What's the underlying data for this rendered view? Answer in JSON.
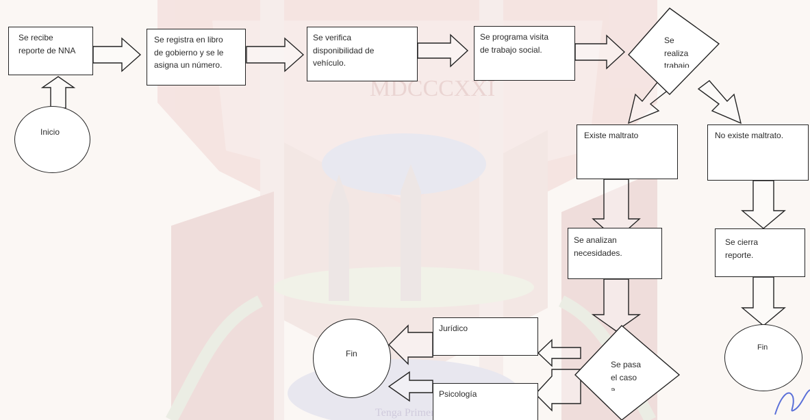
{
  "flow": {
    "start": "Inicio",
    "step1": [
      "Se recibe",
      "reporte de NNA"
    ],
    "step2": [
      "Se registra en libro",
      "de gobierno y se le",
      "asigna un número."
    ],
    "step3": [
      "Se verifica",
      "disponibilidad de",
      "vehículo."
    ],
    "step4": [
      "Se programa visita",
      "de trabajo social."
    ],
    "decision1": [
      "Se",
      "realiza",
      "trabaio"
    ],
    "yes_branch": "Existe maltrato",
    "no_branch": "No existe maltrato.",
    "analyze": [
      "Se analizan",
      "necesidades."
    ],
    "close": [
      "Se cierra",
      "reporte."
    ],
    "decision2": [
      "Se pasa",
      "el caso",
      "a"
    ],
    "juridico": "Jurídico",
    "psicologia": "Psicología",
    "end_left": "Fin",
    "end_right": "Fin"
  },
  "watermark": {
    "year_text": "MDCCCXXI",
    "motto_text": "Tenga Primero"
  },
  "colors": {
    "watermark_red": "#e8c6c4",
    "watermark_blue": "#d7d8ea",
    "watermark_green": "#dfe6d7",
    "stroke": "#222222",
    "signature_blue": "#5a6fd8"
  }
}
